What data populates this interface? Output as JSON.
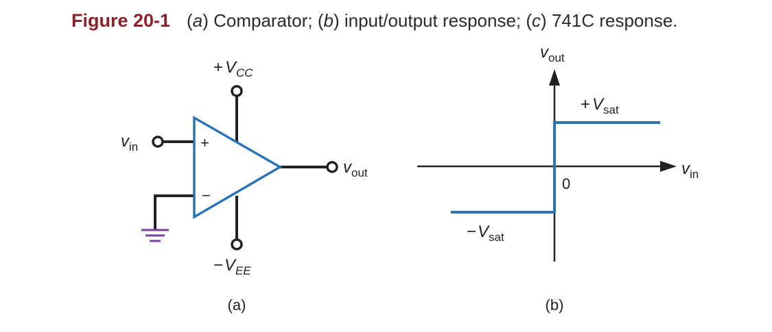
{
  "caption": {
    "label": "Figure 20-1",
    "a_letter": "a",
    "a_text": " Comparator; ",
    "b_letter": "b",
    "b_text": " input/output response; ",
    "c_letter": "c",
    "c_text": " 741C response."
  },
  "circuit": {
    "vcc_prefix": "+",
    "vcc_main": "V",
    "vcc_sub": "CC",
    "vee_prefix": "−",
    "vee_main": "V",
    "vee_sub": "EE",
    "vin_main": "v",
    "vin_sub": "in",
    "vout_main": "v",
    "vout_sub": "out",
    "plus_sign": "+",
    "minus_sign": "−",
    "panel_label": "(a)"
  },
  "response_graph": {
    "y_axis_main": "v",
    "y_axis_sub": "out",
    "x_axis_main": "v",
    "x_axis_sub": "in",
    "origin_label": "0",
    "pos_sat_prefix": "+",
    "pos_sat_main": "V",
    "pos_sat_sub": "sat",
    "neg_sat_prefix": "−",
    "neg_sat_main": "V",
    "neg_sat_sub": "sat",
    "panel_label": "(b)"
  },
  "colors": {
    "caption_label": "#8b2229",
    "opamp_outline": "#2d74b6",
    "response_trace": "#2d74b6",
    "ground_symbol": "#7a3f98",
    "wire": "#222222"
  }
}
